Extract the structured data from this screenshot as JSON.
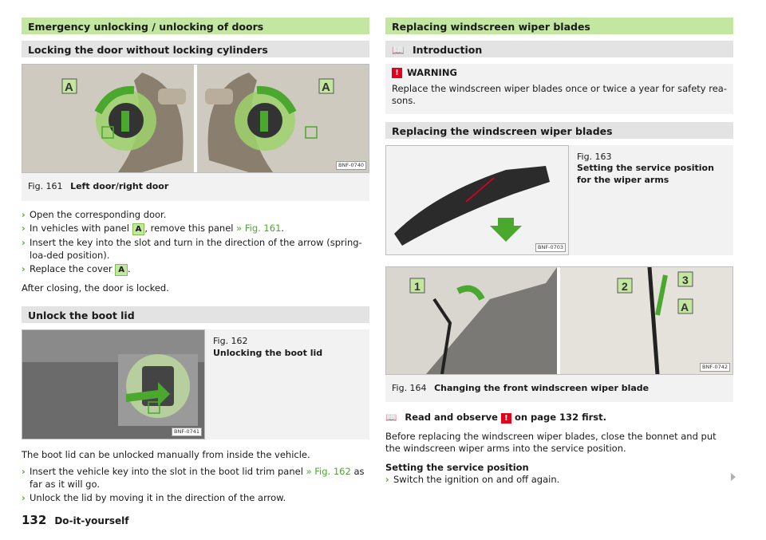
{
  "left": {
    "section1_title": "Emergency unlocking / unlocking of doors",
    "section1_sub": "Locking the door without locking cylinders",
    "fig161": {
      "code": "BNF-0740",
      "num": "Fig. 161",
      "title": "Left door/right door",
      "label_a": "A"
    },
    "steps1": [
      "Open the corresponding door.",
      "In vehicles with panel ",
      ", remove this panel ",
      "Insert the key into the slot and turn in the direction of the arrow (spring-loa-ded position).",
      "Replace the cover "
    ],
    "key_a": "A",
    "fig_ref_161": "» Fig. 161",
    "after": "After closing, the door is locked.",
    "section2_title": "Unlock the boot lid",
    "fig162": {
      "code": "BNF-0741",
      "num": "Fig. 162",
      "title": "Unlocking the boot lid"
    },
    "para2": "The boot lid can be unlocked manually from inside the vehicle.",
    "steps2_a": "Insert the vehicle key into the slot in the boot lid trim panel ",
    "fig_ref_162": "» Fig. 162",
    "steps2_a_tail": " as far as it will go.",
    "steps2_b": "Unlock the lid by moving it in the direction of the arrow."
  },
  "right": {
    "section1_title": "Replacing windscreen wiper blades",
    "intro_title": "Introduction",
    "warning_label": "WARNING",
    "warning_text": "Replace the windscreen wiper blades once or twice a year for safety rea-sons.",
    "section2_sub": "Replacing the windscreen wiper blades",
    "fig163": {
      "code": "BNF-0703",
      "num": "Fig. 163",
      "title": "Setting the service position for the wiper arms"
    },
    "fig164": {
      "code": "BNF-0742",
      "num": "Fig. 164",
      "title": "Changing the front windscreen wiper blade",
      "n1": "1",
      "n2": "2",
      "n3": "3",
      "na": "A"
    },
    "read_prefix": "Read and observe ",
    "read_suffix": " on page 132 first.",
    "para1": "Before replacing the windscreen wiper blades, close the bonnet and put the windscreen wiper arms into the service position.",
    "service_title": "Setting the service position",
    "service_step": "Switch the ignition on and off again."
  },
  "footer": {
    "page": "132",
    "section": "Do-it-yourself"
  },
  "colors": {
    "green_bar": "#c3e6a0",
    "accent": "#4ba82e",
    "warning": "#e2001a"
  }
}
